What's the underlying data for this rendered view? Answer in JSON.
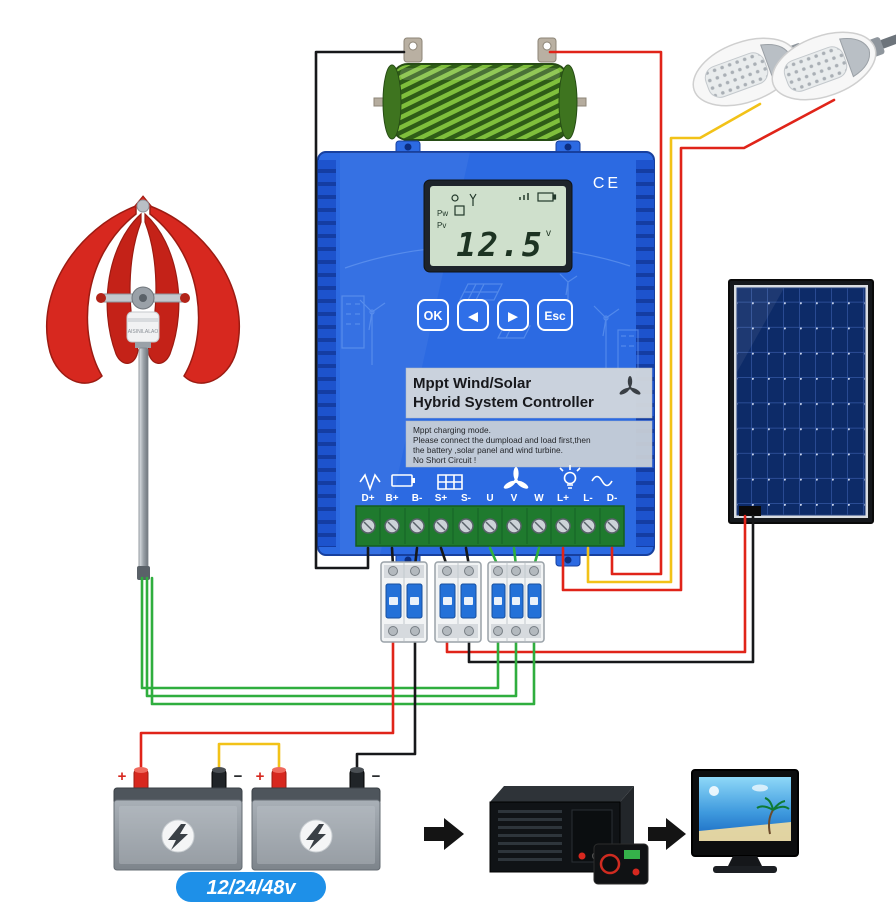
{
  "colors": {
    "controller_body": "#2c6ae2",
    "controller_edge": "#17409f",
    "lcd_screen": "#cfe0cc",
    "wire_red": "#e02419",
    "wire_black": "#17181a",
    "wire_green": "#2fae3e",
    "wire_yellow": "#f2c218",
    "turbine_red": "#d7281f",
    "battery_label_bg": "#1e90e8",
    "dump_load_green": "#7fbf3c",
    "solar_cell_blue": "#0d2b68"
  },
  "turbine": {
    "brand": "AISINILALAO"
  },
  "controller": {
    "ce": "CE",
    "lcd": {
      "label_pw": "Pw",
      "label_pv": "Pv",
      "value": "12.5",
      "unit": "v"
    },
    "buttons": {
      "ok": "OK",
      "left": "◀",
      "right": "▶",
      "esc": "Esc"
    },
    "label": {
      "title1": "Mppt Wind/Solar",
      "title2": "Hybrid System Controller",
      "notice1": "Mppt charging mode.",
      "notice2": "Please connect the dumpload and load first,then",
      "notice3": "the battery ,solar panel and wind turbine.",
      "notice4": "No Short Circuit !"
    },
    "terminals": [
      "D+",
      "B+",
      "B-",
      "S+",
      "S-",
      "U",
      "V",
      "W",
      "L+",
      "L-",
      "D-"
    ]
  },
  "batteries": {
    "voltage_label": "12/24/48v",
    "plus": "+",
    "minus": "−"
  }
}
